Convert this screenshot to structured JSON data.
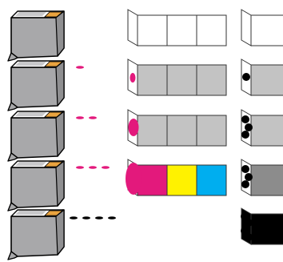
{
  "diagram": {
    "colors": {
      "cartridge_body": "#a8a8aa",
      "cartridge_outline": "#000000",
      "cartridge_top": "#ffffff",
      "cartridge_label": "#e9a33f",
      "cartridge_window": "#c9c9cb",
      "cell_empty": "#ffffff",
      "cell_gray": "#c3c3c3",
      "cell_gray_dark": "#8c8c8c",
      "magenta": "#e3197c",
      "yellow": "#fff200",
      "cyan": "#00aeef",
      "black": "#000000",
      "outline": "#333333"
    },
    "stages": [
      {
        "step": 1,
        "spray": "none",
        "color_strip": {
          "dot": "none",
          "cells": [
            "empty",
            "empty",
            "empty"
          ]
        },
        "black_strip": {
          "dots": 0,
          "cells": [
            "empty"
          ]
        }
      },
      {
        "step": 2,
        "spray": "magenta",
        "color_strip": {
          "dot": "magenta-small",
          "cells": [
            "gray",
            "gray",
            "gray"
          ]
        },
        "black_strip": {
          "dots": 1,
          "cells": [
            "gray"
          ]
        }
      },
      {
        "step": 3,
        "spray": "magenta",
        "color_strip": {
          "dot": "magenta-large",
          "cells": [
            "gray",
            "gray",
            "gray"
          ]
        },
        "black_strip": {
          "dots": 3,
          "cells": [
            "gray"
          ]
        }
      },
      {
        "step": 4,
        "spray": "magenta",
        "color_strip": {
          "dot": "magenta-full",
          "cells": [
            "magenta",
            "yellow",
            "cyan"
          ]
        },
        "black_strip": {
          "dots": 3,
          "cells": [
            "gray-dark"
          ]
        }
      },
      {
        "step": 5,
        "spray": "black",
        "color_strip": null,
        "black_strip": {
          "dots": 4,
          "cells": [
            "black"
          ]
        }
      }
    ]
  }
}
